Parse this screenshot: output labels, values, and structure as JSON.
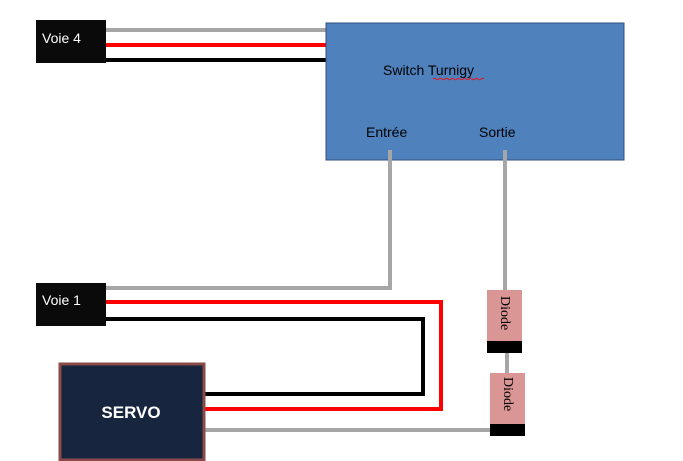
{
  "connectors": {
    "voie4": {
      "label": "Voie 4"
    },
    "voie1": {
      "label": "Voie 1"
    }
  },
  "switch": {
    "title": "Switch Turnigy",
    "input_label": "Entrée",
    "output_label": "Sortie"
  },
  "diodes": [
    {
      "label": "Diode"
    },
    {
      "label": "Diode"
    }
  ],
  "servo": {
    "label": "SERVO"
  },
  "colors": {
    "switch_fill": "#4f81bd",
    "switch_border": "#2f4f7f",
    "connector": "#0a0a0a",
    "wire_signal": "#a6a6a6",
    "wire_power": "#ff0000",
    "wire_ground": "#000000",
    "diode_body": "#d99694",
    "diode_band": "#000000",
    "servo_fill": "#17253f",
    "servo_border": "#8b4a4a",
    "text_dark": "#000000",
    "text_light": "#ffffff"
  }
}
